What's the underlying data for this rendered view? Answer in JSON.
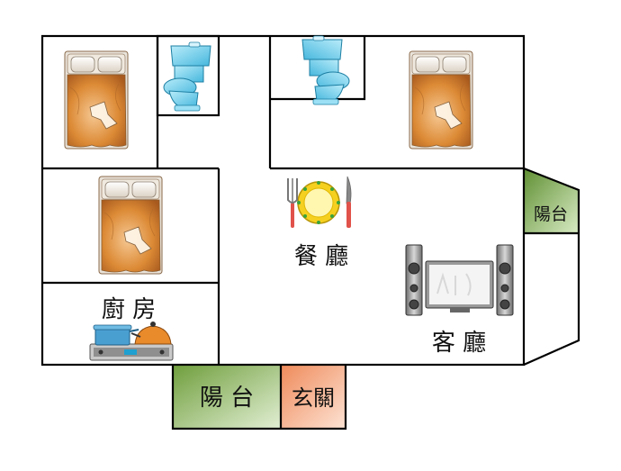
{
  "rooms": {
    "dining": "餐 廳",
    "kitchen": "廚 房",
    "living": "客 廳",
    "balcony_right": "陽台",
    "balcony_bottom": "陽 台",
    "entrance": "玄關"
  },
  "colors": {
    "wall": "#000000",
    "balcony_green_dark": "#6f9e3c",
    "balcony_green_light": "#e2efd4",
    "entrance_orange_dark": "#ef8a5a",
    "entrance_orange_light": "#fde3d4",
    "bed_wood": "#d9822b",
    "toilet_blue": "#7fd3ec"
  },
  "icons": [
    "bed-icon",
    "toilet-icon",
    "dining-plate-icon",
    "tv-speakers-icon",
    "stove-pots-icon"
  ]
}
